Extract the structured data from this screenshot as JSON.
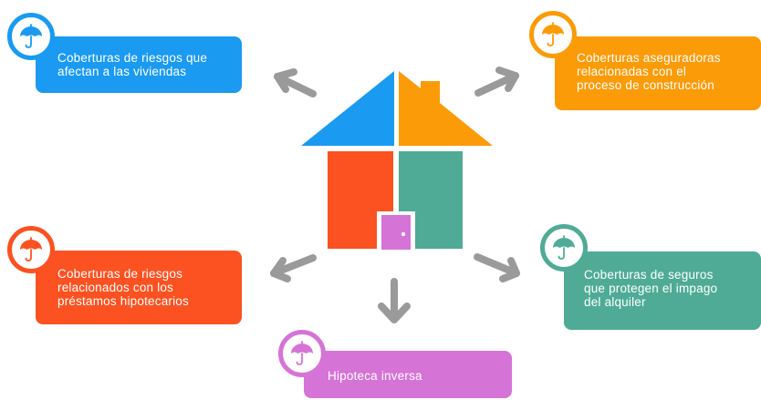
{
  "colors": {
    "blue": "#1a9af0",
    "orange": "#fb9b08",
    "red_orange": "#fc5120",
    "teal": "#4fab95",
    "purple": "#d673d6",
    "arrow_gray": "#9a9a9a"
  },
  "cards": {
    "top_left": {
      "text": "Coberturas de riesgos que\nafectan a las viviendas",
      "icon": "umbrella-icon"
    },
    "top_right": {
      "text": "Coberturas aseguradoras\nrelacionadas con el\nproceso de construcción",
      "icon": "umbrella-icon"
    },
    "mid_left": {
      "text": "Coberturas de riesgos\nrelacionados con los\npréstamos hipotecarios",
      "icon": "umbrella-icon"
    },
    "mid_right": {
      "text": "Coberturas de seguros\nque protegen el impago\ndel alquiler",
      "icon": "umbrella-icon"
    },
    "bottom": {
      "text": "Hipoteca inversa",
      "icon": "umbrella-icon"
    }
  }
}
